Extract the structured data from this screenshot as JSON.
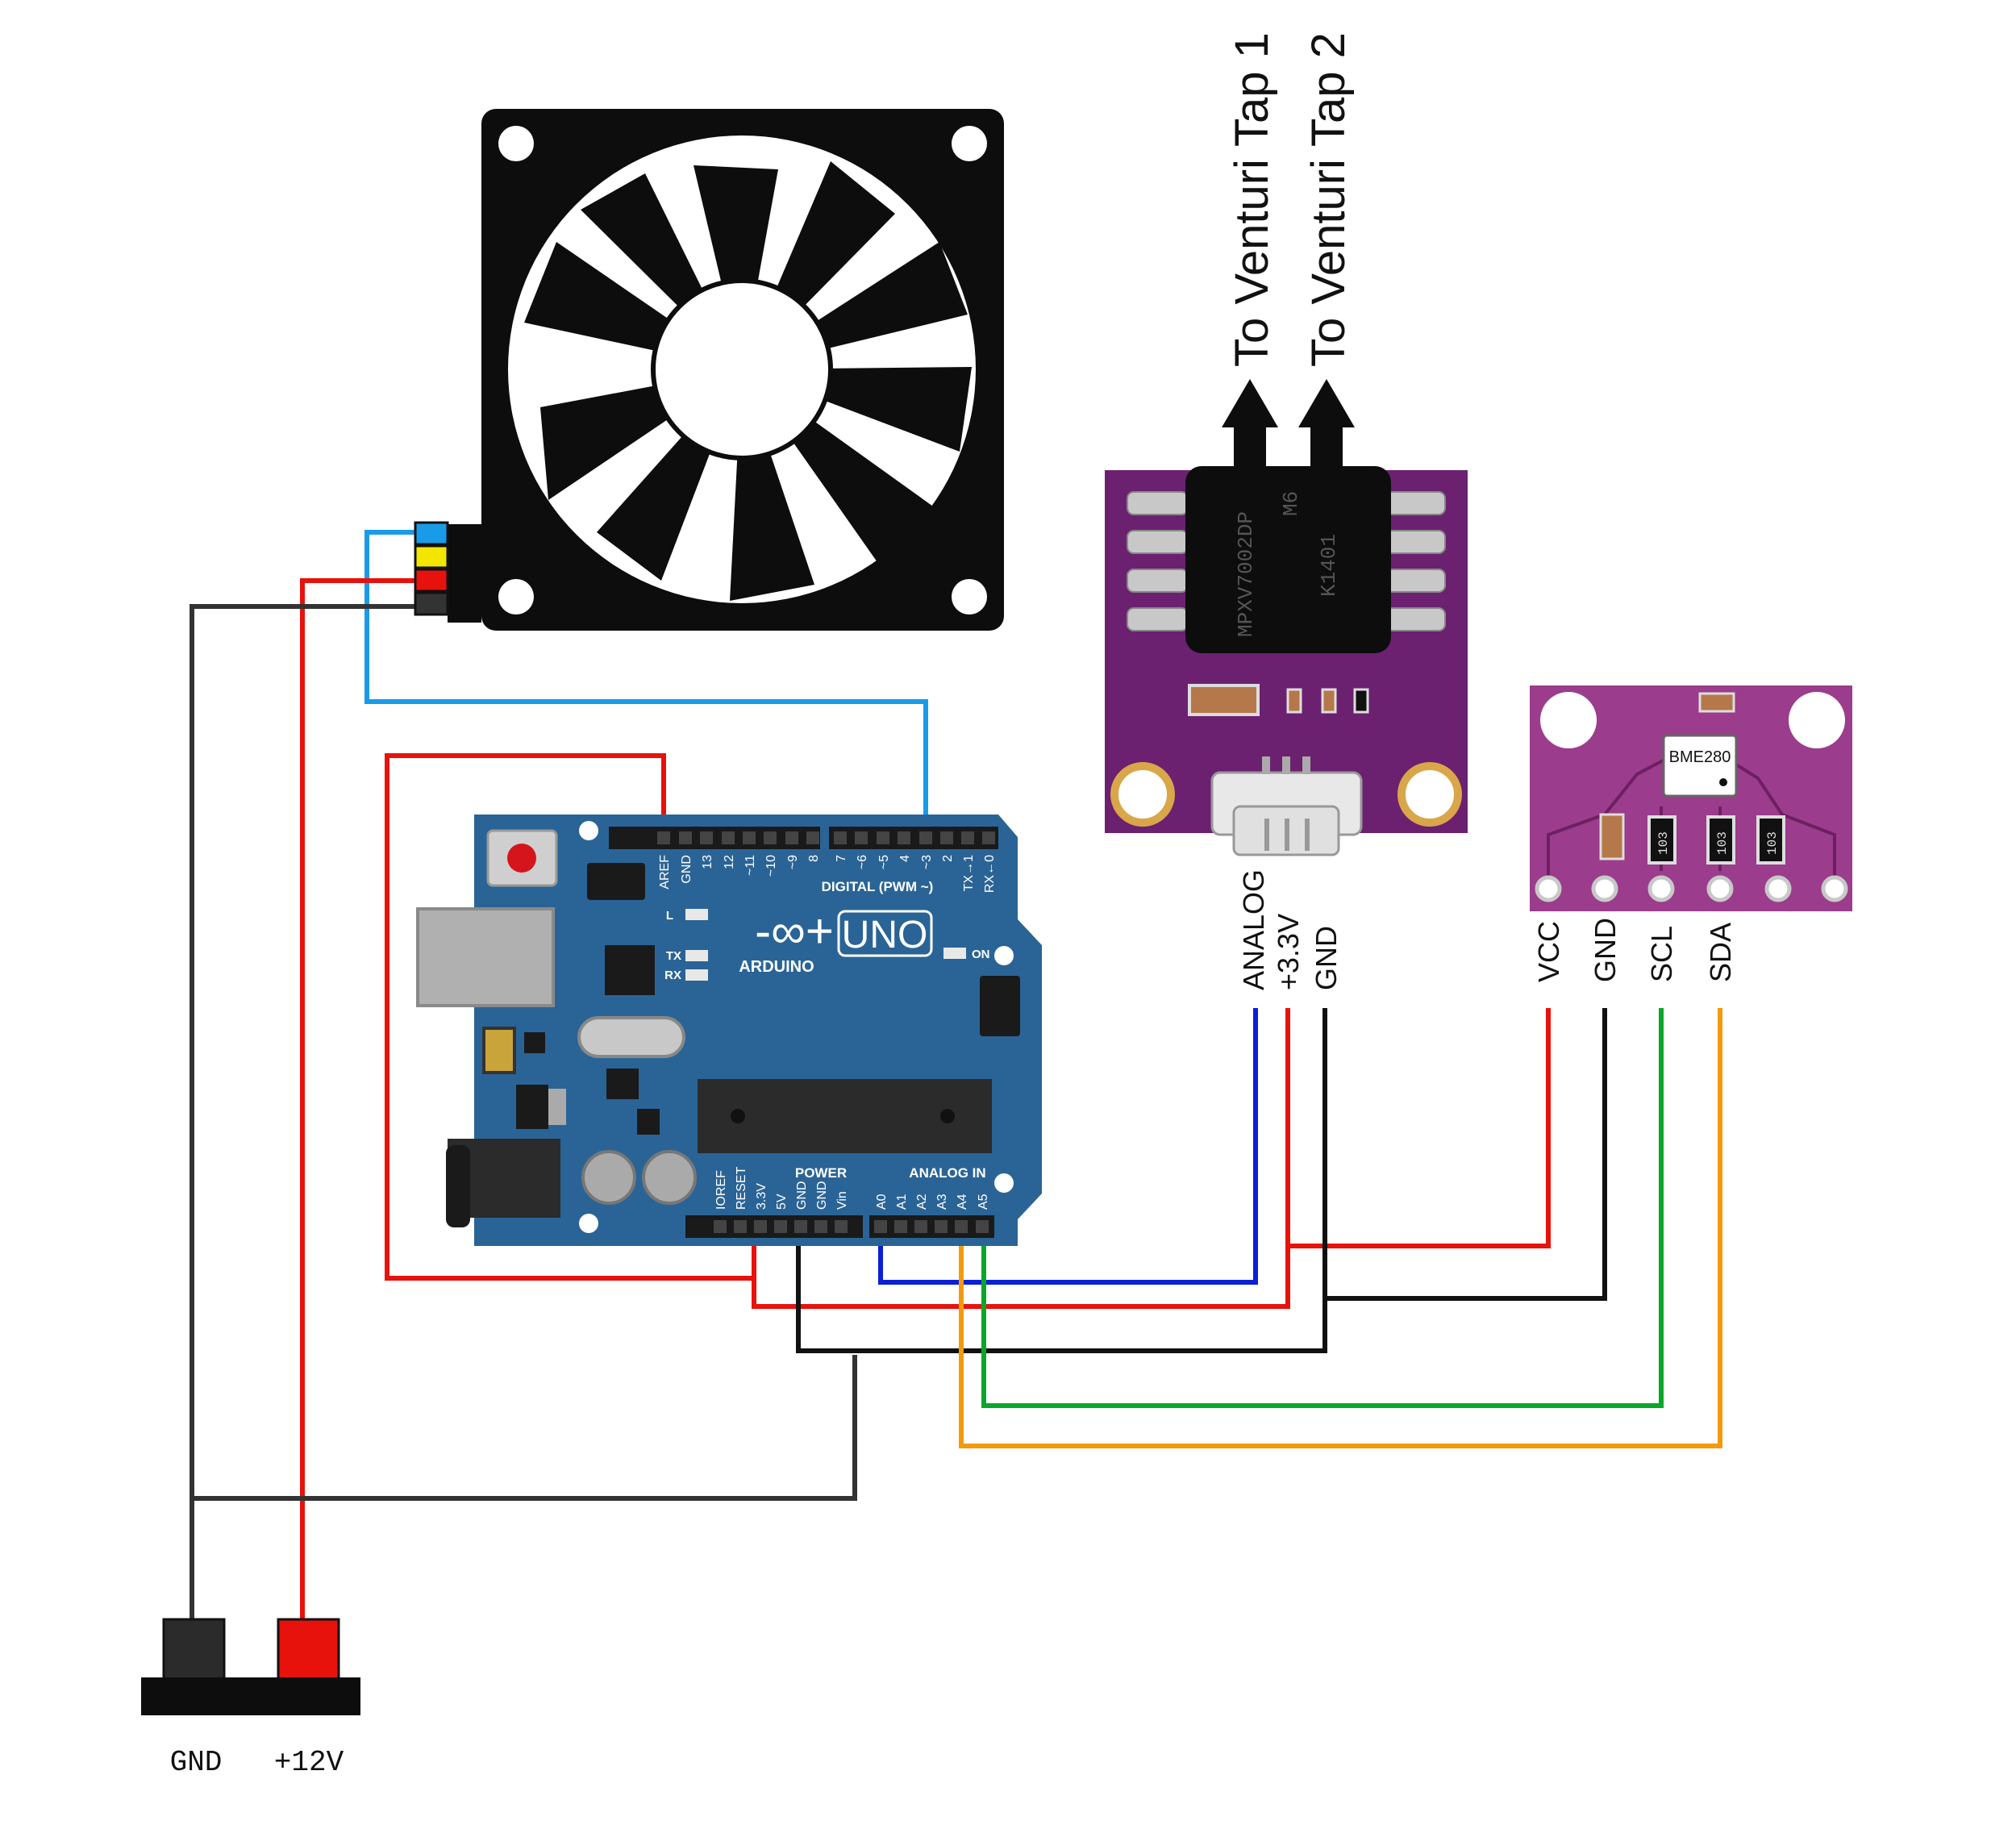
{
  "fan": {
    "wire_colors": [
      "#1a9be8",
      "#f2e600",
      "#e8120c",
      "#333333"
    ]
  },
  "pressure_sensor": {
    "chip_part": "MPXV7002DP",
    "chip_code1": "M6",
    "chip_code2": "K1401",
    "tube1_label": "To Venturi Tap 1",
    "tube2_label": "To Venturi Tap 2",
    "pins": [
      "ANALOG",
      "+3.3V",
      "GND"
    ],
    "board_color": "#6b2170"
  },
  "bme_sensor": {
    "chip_label": "BME280",
    "resistor_labels": [
      "103",
      "103",
      "103"
    ],
    "pins": [
      "VCC",
      "GND",
      "SCL",
      "SDA"
    ],
    "board_color": "#9b3c8c"
  },
  "arduino": {
    "logo_text": "ARDUINO",
    "model": "UNO",
    "digital_header_label": "DIGITAL (PWM ~)",
    "digital_pins": [
      "AREF",
      "GND",
      "13",
      "12",
      "~11",
      "~10",
      "~9",
      "8",
      "7",
      "~6",
      "~5",
      "4",
      "~3",
      "2",
      "TX→1",
      "RX←0"
    ],
    "power_header_label": "POWER",
    "power_pins": [
      "IOREF",
      "RESET",
      "3.3V",
      "5V",
      "GND",
      "GND",
      "Vin"
    ],
    "analog_header_label": "ANALOG IN",
    "analog_pins": [
      "A0",
      "A1",
      "A2",
      "A3",
      "A4",
      "A5"
    ],
    "led_labels": [
      "L",
      "TX",
      "RX"
    ],
    "on_label": "ON",
    "board_color": "#2a6496"
  },
  "power_connector": {
    "gnd_label": "GND",
    "vplus_label": "+12V"
  },
  "wire_colors": {
    "red": "#e8120c",
    "black": "#111111",
    "dark": "#333333",
    "blue": "#1a9be8",
    "navy": "#0a1fd6",
    "green": "#0aa62a",
    "orange": "#f29a0c"
  }
}
